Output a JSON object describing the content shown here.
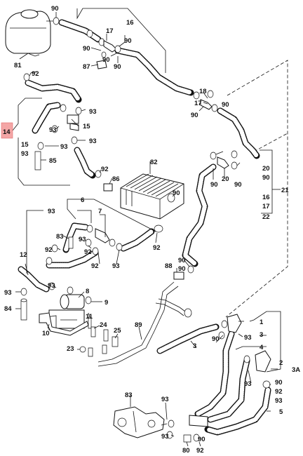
{
  "callouts": {
    "c90_top": "90",
    "c16_top": "16",
    "c17_top": "17",
    "c90_top2": "90",
    "c90_a": "90",
    "c90_b": "90",
    "c87": "87",
    "c90_c": "90",
    "c81": "81",
    "c92_a": "92",
    "c18": "18",
    "c17_b": "17",
    "c14": "14",
    "c93_a": "93",
    "c15_a": "15",
    "c93_b": "93",
    "c15_b": "15",
    "c93_c": "93",
    "c85": "85",
    "c93_d": "93",
    "c90_d": "90",
    "c90_e": "90",
    "c82": "82",
    "c92_b": "92",
    "c86": "86",
    "c90_f": "90",
    "c20_a": "20",
    "c90_g": "90",
    "c20_b": "20",
    "c90_h": "90",
    "c21": "21",
    "c16_b": "16",
    "c17_c": "17",
    "c22": "22",
    "c6": "6",
    "c93_e": "93",
    "c7": "7",
    "c83_a": "83",
    "c93_f": "93",
    "c92_c": "92",
    "c92_d": "92",
    "c92_e": "92",
    "c93_g": "93",
    "c12": "12",
    "c88": "88",
    "c90_i": "90",
    "c93_h": "93",
    "c8": "8",
    "c9": "9",
    "c84": "84",
    "c11": "11",
    "c24": "24",
    "c10": "10",
    "c25": "25",
    "c89": "89",
    "c1": "1",
    "c3_a": "3",
    "c3_b": "3",
    "c90_j": "90",
    "c93_i": "93",
    "c4": "4",
    "c23": "23",
    "c2": "2",
    "c3A": "3A",
    "c93_j": "93",
    "c90_k": "90",
    "c92_f": "92",
    "c93_k": "93",
    "c83_b": "83",
    "c93_l": "93",
    "c5": "5",
    "c93_m": "93",
    "c90_l": "90",
    "c80": "80",
    "c92_g": "92"
  }
}
